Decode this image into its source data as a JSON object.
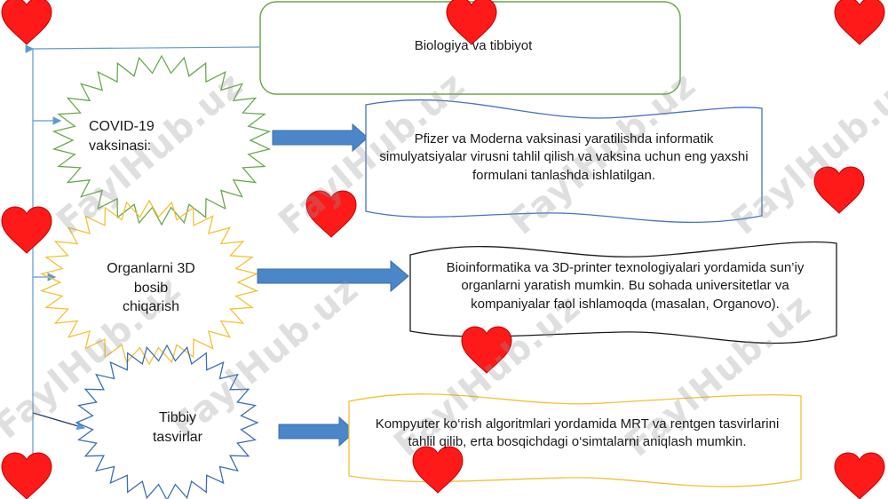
{
  "title": "Biologiya va tibbiyot",
  "items": [
    {
      "label_lines": [
        "COVID-19",
        "vaksinasi:"
      ],
      "description": "Pfizer va Moderna vaksinasi yaratilishda informatik simulyatsiyalar virusni tahlil qilish va vaksina uchun eng yaxshi formulani tanlashda ishlatilgan.",
      "star_color": "#6aa84f",
      "box_color": "#4472c4"
    },
    {
      "label_lines": [
        "Organlarni 3D",
        "bosib",
        "chiqarish"
      ],
      "description": "Bioinformatika va 3D-printer texnologiyalari yordamida sun’iy organlarni yaratish mumkin. Bu sohada universitetlar va kompaniyalar faol ishlamoqda (masalan, Organovo).",
      "star_color": "#f1c232",
      "box_color": "#1a1a1a"
    },
    {
      "label_lines": [
        "Tibbiy",
        "tasvirlar"
      ],
      "description": "Kompyuter ko‘rish algoritmlari yordamida MRT va rentgen tasvirlarini tahlil qilib, erta bosqichdagi o‘simtalarni aniqlash mumkin.",
      "star_color": "#3d6fb6",
      "box_color": "#f1c232"
    }
  ],
  "watermark": "FaylHub.uz",
  "colors": {
    "arrow": "#4a86c8",
    "connector": "#5b9bd5",
    "heart": "#ff1a1a",
    "title_border": "#6aa84f"
  }
}
